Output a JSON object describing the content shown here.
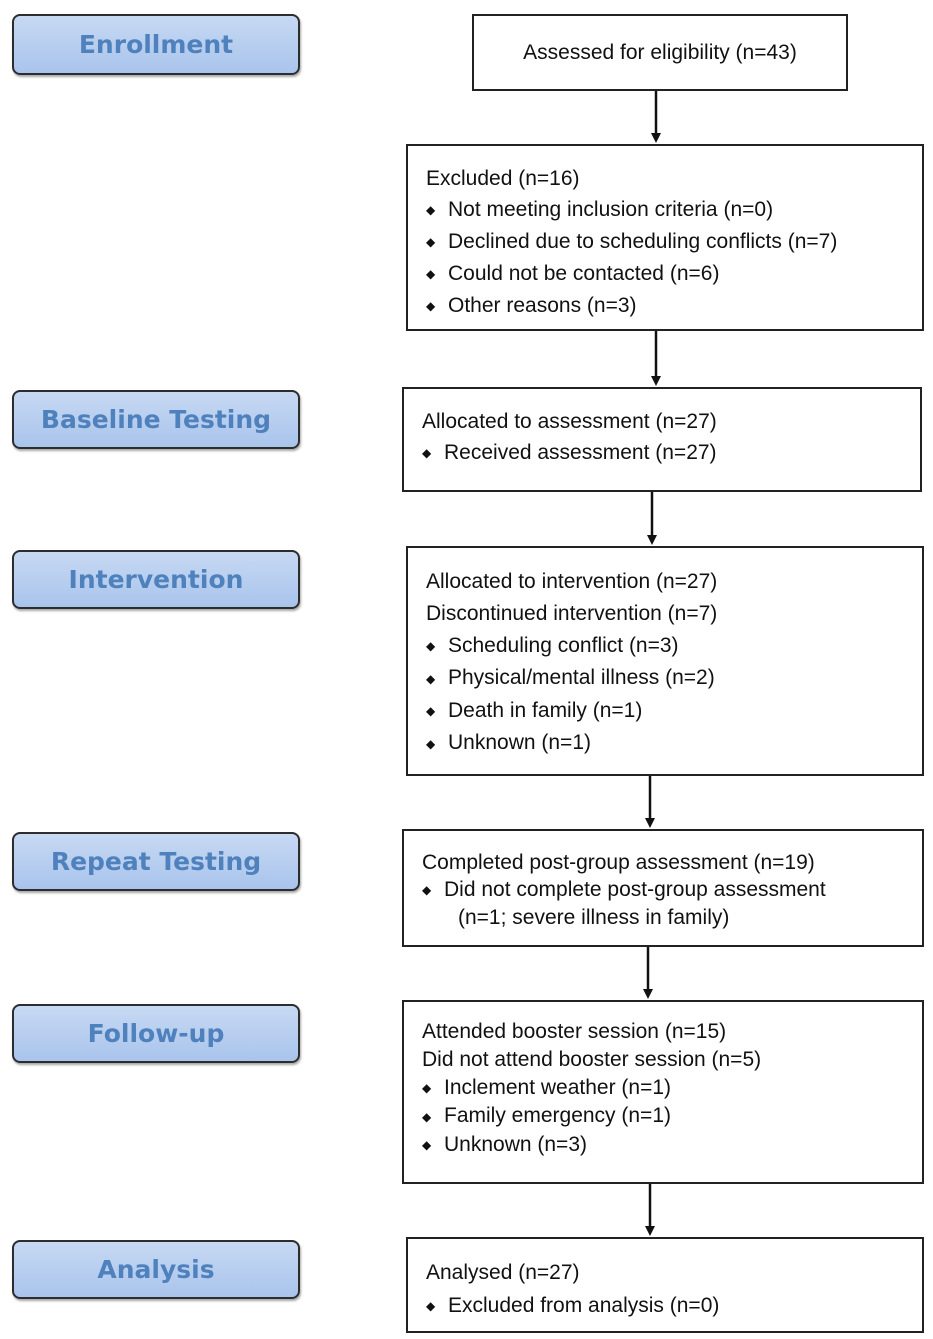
{
  "stages": {
    "enrollment": "Enrollment",
    "baseline": "Baseline Testing",
    "intervention": "Intervention",
    "repeat": "Repeat Testing",
    "followup": "Follow-up",
    "analysis": "Analysis"
  },
  "boxes": {
    "assessed": "Assessed for eligibility (n=43)",
    "excluded": {
      "title": "Excluded (n=16)",
      "items": [
        "Not meeting inclusion criteria (n=0)",
        "Declined due to scheduling conflicts (n=7)",
        "Could not be contacted (n=6)",
        "Other reasons (n=3)"
      ]
    },
    "allocated_assessment": {
      "title": "Allocated to assessment (n=27)",
      "items": [
        "Received assessment (n=27)"
      ]
    },
    "allocated_intervention": {
      "title": "Allocated to intervention (n=27)",
      "subtitle": "Discontinued intervention (n=7)",
      "items": [
        "Scheduling conflict (n=3)",
        "Physical/mental illness (n=2)",
        "Death in family (n=1)",
        "Unknown (n=1)"
      ]
    },
    "repeat": {
      "title": "Completed post-group assessment (n=19)",
      "item": "Did not complete post-group assessment",
      "item_cont": "(n=1; severe illness in family)"
    },
    "followup": {
      "title": "Attended booster session (n=15)",
      "subtitle": "Did not attend booster session (n=5)",
      "items": [
        "Inclement weather (n=1)",
        "Family emergency (n=1)",
        "Unknown (n=3)"
      ]
    },
    "analysis": {
      "title": "Analysed (n=27)",
      "items": [
        "Excluded from analysis (n=0)"
      ]
    }
  },
  "bullet_glyph": "◆"
}
